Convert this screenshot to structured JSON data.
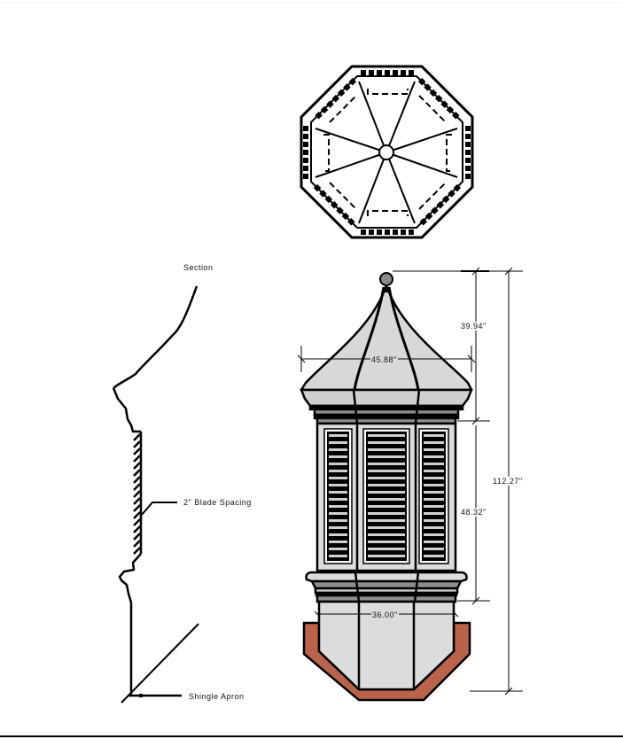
{
  "drawing": {
    "type": "cupola-drawing",
    "views": {
      "plan": {
        "name": "top-plan-view",
        "shape": "octagon",
        "louvered_sides": 8
      },
      "section": {
        "title": "Section"
      },
      "elevation": {
        "name": "front-elevation"
      }
    },
    "annotations": {
      "section_title": "Section",
      "blade_spacing": "2\" Blade Spacing",
      "shingle_apron": "Shingle Apron"
    },
    "dimensions": {
      "roof_height": "39.94\"",
      "roof_width": "45.88\"",
      "louver_height": "48.32\"",
      "overall_height": "112.27\"",
      "base_width": "36.00\""
    },
    "colors": {
      "line": "#000000",
      "roof_fill": "#d8d8d8",
      "body_fill": "#dcdcdc",
      "band_dark": "#8e8e8e",
      "finial": "#8a8a8a",
      "apron": "#b8634a",
      "background": "#ffffff"
    }
  }
}
